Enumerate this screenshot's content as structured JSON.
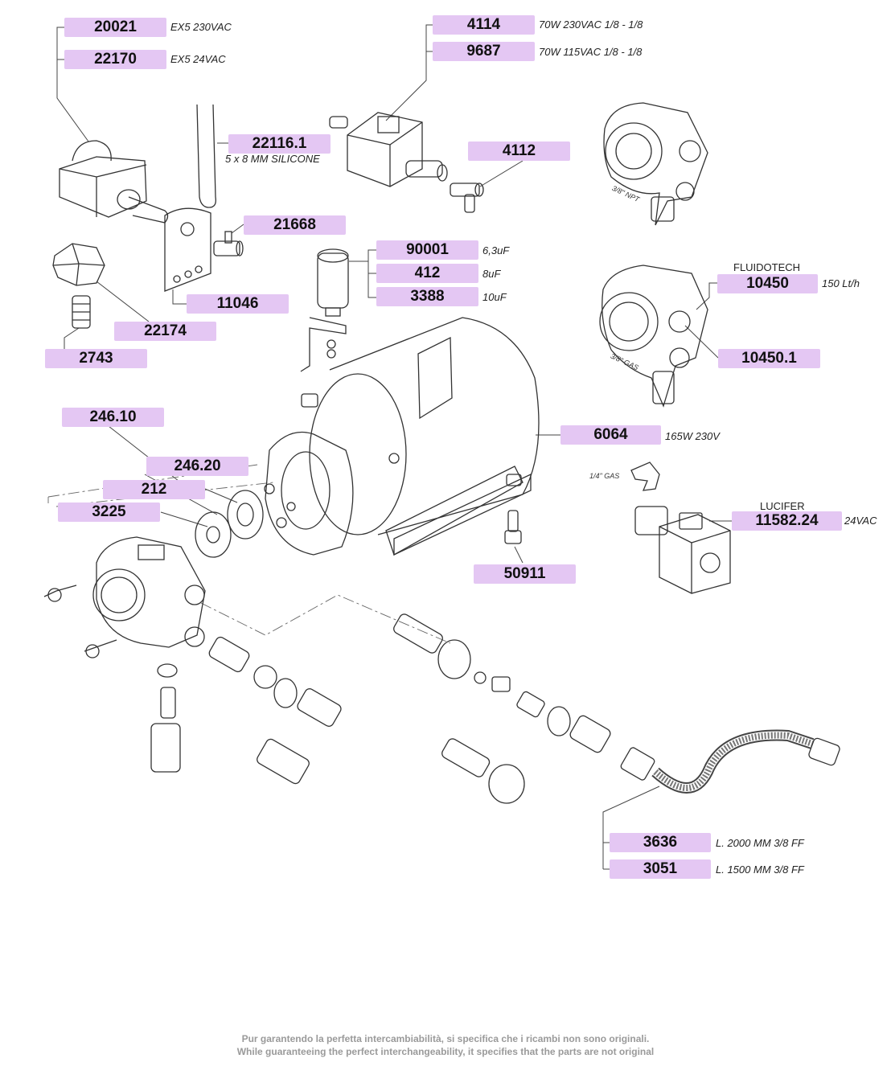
{
  "parts": [
    {
      "id": "20021",
      "spec": "EX5   230VAC"
    },
    {
      "id": "22170",
      "spec": "EX5   24VAC"
    },
    {
      "id": "4114",
      "spec": "70W 230VAC    1/8 - 1/8"
    },
    {
      "id": "9687",
      "spec": "70W 115VAC    1/8 - 1/8"
    },
    {
      "id": "22116.1",
      "spec": "5 x 8 MM    SILICONE"
    },
    {
      "id": "4112",
      "spec": ""
    },
    {
      "id": "21668",
      "spec": ""
    },
    {
      "id": "90001",
      "spec": "6,3uF"
    },
    {
      "id": "412",
      "spec": "8uF"
    },
    {
      "id": "3388",
      "spec": "10uF"
    },
    {
      "id": "11046",
      "spec": ""
    },
    {
      "id": "22174",
      "spec": ""
    },
    {
      "id": "2743",
      "spec": ""
    },
    {
      "id": "10450",
      "spec": "150 Lt/h",
      "above": "FLUIDOTECH"
    },
    {
      "id": "10450.1",
      "spec": ""
    },
    {
      "id": "246.10",
      "spec": ""
    },
    {
      "id": "246.20",
      "spec": ""
    },
    {
      "id": "212",
      "spec": ""
    },
    {
      "id": "3225",
      "spec": ""
    },
    {
      "id": "6064",
      "spec": "165W    230V"
    },
    {
      "id": "11582.24",
      "spec": "24VAC",
      "above": "LUCIFER"
    },
    {
      "id": "50911",
      "spec": ""
    },
    {
      "id": "3636",
      "spec": "L. 2000 MM    3/8 FF"
    },
    {
      "id": "3051",
      "spec": "L. 1500 MM    3/8 FF"
    }
  ],
  "notes": {
    "npt": "3/8\" NPT",
    "gas38": "3/8\" GAS",
    "gas14": "1/4\" GAS"
  },
  "footer": {
    "line1": "Pur garantendo la perfetta intercambiabilità, si specifica che i ricambi non sono originali.",
    "line2": "While guaranteeing the perfect interchangeability, it specifies that the parts are not original"
  },
  "colors": {
    "tag_fill": "#e4c7f3",
    "line": "#333333",
    "footer_text": "#9a9a9a"
  }
}
